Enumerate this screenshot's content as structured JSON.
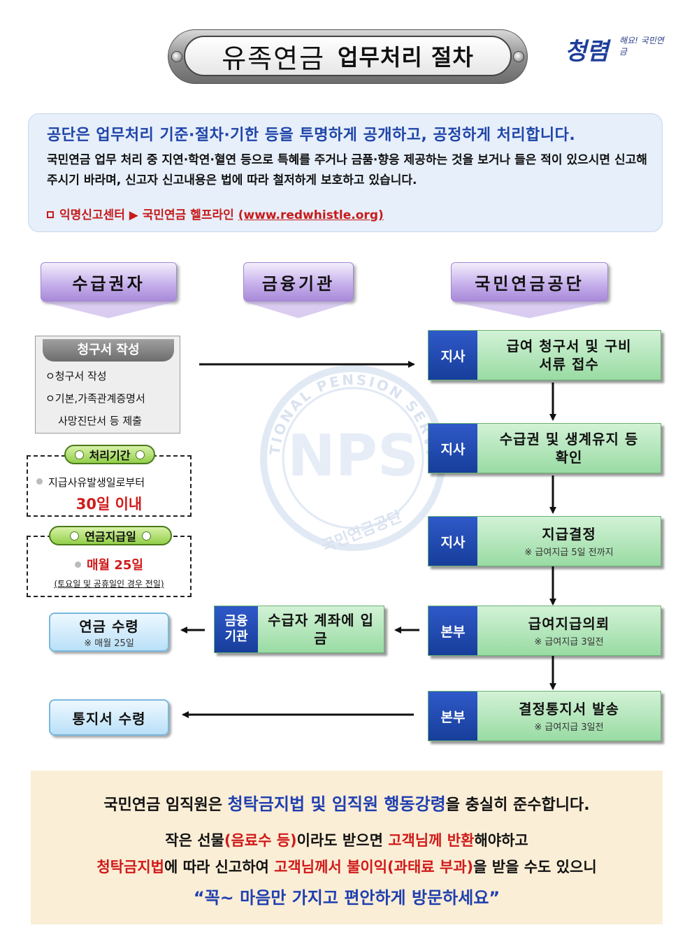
{
  "title": {
    "main": "유족연금",
    "sub": "업무처리 절차"
  },
  "logo": {
    "main": "청렴",
    "sub": "해요! 국민연금"
  },
  "notice": {
    "title": "공단은 업무처리 기준·절차·기한 등을 투명하게 공개하고, 공정하게 처리합니다.",
    "body": "국민연금 업무 처리 중 지연·학연·혈연 등으로 특혜를 주거나 금품·향응 제공하는 것을 보거나 들은 적이 있으시면 신고해 주시기 바라며, 신고자 신고내용은 법에 따라 철저하게 보호하고 있습니다.",
    "link_prefix": "익명신고센터 ▶ 국민연금 헬프라인",
    "link_url": "(www.redwhistle.org)"
  },
  "columns": [
    "수급권자",
    "금융기관",
    "국민연금공단"
  ],
  "watermark": {
    "arc_text": "NATIONAL PENSION SERVICE",
    "logo": "NPS",
    "bottom_text": "국민연금공단"
  },
  "claim": {
    "header": "청구서 작성",
    "lines": [
      "ㅇ청구서 작성",
      "ㅇ기본,가족관계증명서",
      "사망진단서 등 제출"
    ]
  },
  "processing": {
    "label": "처리기간",
    "line1": "지급사유발생일로부터",
    "line2": "30일 이내"
  },
  "payday": {
    "label": "연금지급일",
    "line1": "매월 25일",
    "line2": "(토요일 및 공휴일인 경우 전일)"
  },
  "flow": [
    {
      "tag": "지사",
      "main": "급여 청구서 및 구비서류 접수",
      "note": ""
    },
    {
      "tag": "지사",
      "main": "수급권 및 생계유지 등 확인",
      "note": ""
    },
    {
      "tag": "지사",
      "main": "지급결정",
      "note": "※ 급여지급 5일 전까지"
    },
    {
      "tag": "본부",
      "main": "급여지급의뢰",
      "note": "※ 급여지급 3일전"
    },
    {
      "tag": "본부",
      "main": "결정통지서 발송",
      "note": "※ 급여지급 3일전"
    }
  ],
  "bank": {
    "tag": "금융기관",
    "main": "수급자 계좌에 입금"
  },
  "receive_pension": {
    "main": "연금 수령",
    "note": "※ 매월 25일"
  },
  "receive_notice": {
    "main": "통지서 수령"
  },
  "bottom": {
    "l1_a": "국민연금 임직원은 ",
    "l1_b": "청탁금지법 및 임직원 행동강령",
    "l1_c": "을 충실히 준수합니다.",
    "l2_a": "작은 선물",
    "l2_b": "(음료수 등)",
    "l2_c": "이라도 받으면 ",
    "l2_d": "고객님께 반환",
    "l2_e": "해야하고",
    "l3_a": "청탁금지법",
    "l3_b": "에 따라 신고하여 ",
    "l3_c": "고객님께서 불이익",
    "l3_d": "(과태료 부과)",
    "l3_e": "을 받을 수도 있으니",
    "l4": "“꼭~ 마음만 가지고 편안하게 방문하세요”"
  },
  "colors": {
    "accent_blue": "#1f3fb0",
    "accent_red": "#d01a1a",
    "flow_green": "#99dba3",
    "header_purple": "#c7b1ec",
    "tag_blue": "#1f45b0"
  }
}
